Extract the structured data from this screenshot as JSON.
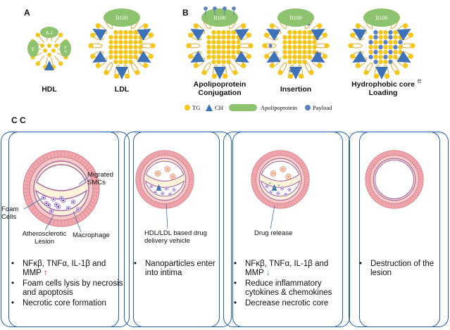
{
  "panel_a": {
    "label": "A",
    "hdl": {
      "caption": "HDL",
      "apo_labels": [
        "A-1",
        "E",
        "A-V"
      ]
    },
    "ldl": {
      "caption": "LDL",
      "apo_label": "B100"
    }
  },
  "panel_b": {
    "label": "B",
    "items": [
      {
        "caption": "Apolipoprotein Conjugation",
        "apo_label": "B100"
      },
      {
        "caption": "Insertion",
        "apo_label": "B100"
      },
      {
        "caption": "Hydrophobic core Loading",
        "apo_label": "B100",
        "stray": "e"
      }
    ],
    "legend": {
      "tg": "TG",
      "ch": "CH",
      "apo": "Apolipoprotein",
      "payload": "Payload"
    }
  },
  "panel_c": {
    "label": "C C",
    "stages": [
      {
        "annotations": [
          "Migrated SMCs",
          "Foam Cells",
          "Atherosclerotic Lesion",
          "Macrophage"
        ],
        "bullets": [
          "NFκβ, TNFα, IL-1β and MMP",
          "Foam cells lysis by necrosis and apoptosis",
          "Necrotic core formation"
        ],
        "arrow": "↑"
      },
      {
        "annotations": [
          "HDL/LDL based drug delivery vehicle"
        ],
        "bullets": [
          "Nanoparticles enter into intima"
        ]
      },
      {
        "annotations": [
          "Drug release"
        ],
        "bullets": [
          "NFκβ, TNFα, IL-1β and MMP",
          "Reduce inflammatory cytokines & chemokines",
          "Decrease necrotic core"
        ],
        "arrow": "↓"
      },
      {
        "annotations": [],
        "bullets": [
          "Destruction of the lesion"
        ]
      }
    ]
  },
  "colors": {
    "tg": "#f5c518",
    "ch": "#3d72b8",
    "apo": "#8dc26e",
    "payload": "#5a7fc2",
    "card_border": "#1f5ea8",
    "vessel_outer": "#e99aa0",
    "lumen": "#ffffff",
    "up": "#e02020",
    "down": "#2da84a"
  }
}
